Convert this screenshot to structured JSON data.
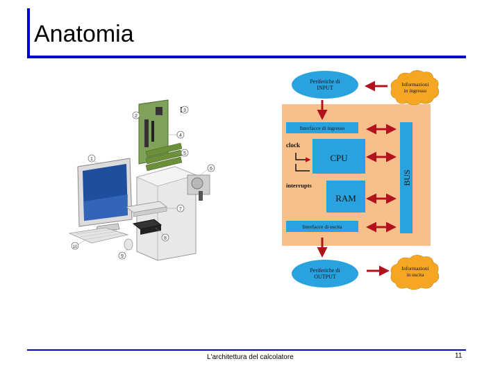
{
  "slide": {
    "title": "Anatomia",
    "footer": "L'architettura del calcolatore",
    "page_number": "11"
  },
  "diagram": {
    "input_devices": [
      "Periferiche di",
      "INPUT"
    ],
    "input_info": [
      "Informazioni",
      "in ingresso"
    ],
    "input_interface": "Interfacce di ingresso",
    "clock": "clock",
    "cpu": "CPU",
    "interrupts": "interrupts",
    "ram": "RAM",
    "bus": "BUS",
    "output_interface": "Interfacce di uscita",
    "output_devices": [
      "Periferiche di",
      "OUTPUT"
    ],
    "output_info": [
      "Informazioni",
      "in uscita"
    ]
  },
  "pc_callouts": [
    "1",
    "2",
    "3",
    "4",
    "5",
    "6",
    "7",
    "8",
    "9",
    "10"
  ],
  "colors": {
    "accent_blue": "#0000cc",
    "panel_orange": "#f7c08a",
    "box_blue": "#29a3e0",
    "cloud_orange": "#f5a623",
    "arrow_red": "#b3121d"
  }
}
